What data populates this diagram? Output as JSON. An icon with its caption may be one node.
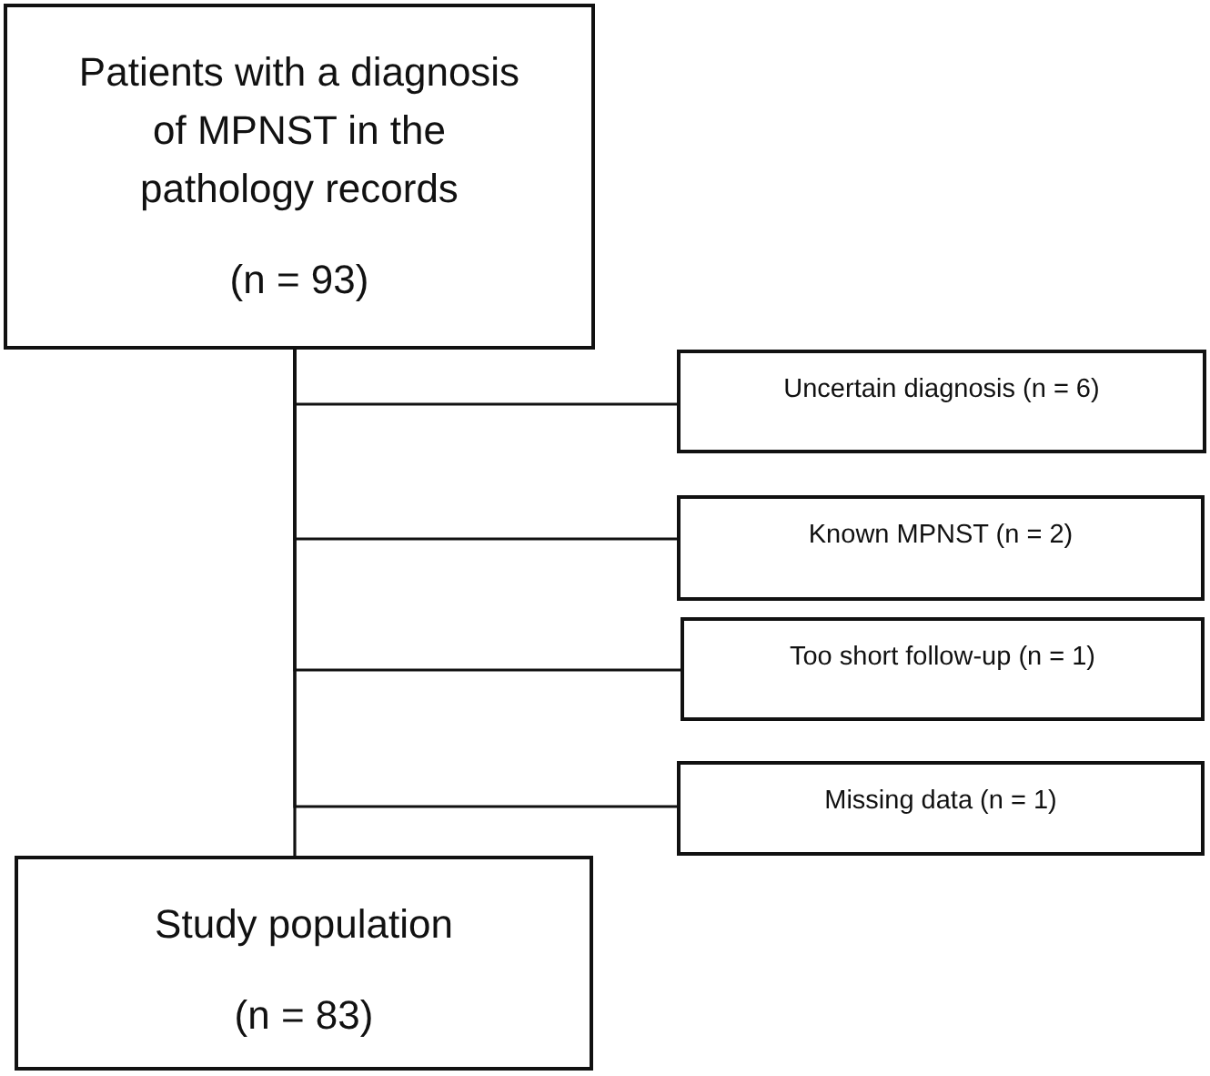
{
  "diagram": {
    "nodes": [
      {
        "text": [
          "Patients with a diagnosis of MPNST in the pathology records",
          "(n = 93)"
        ]
      },
      {
        "text": [
          "Uncertain diagnosis (n = 6)"
        ]
      },
      {
        "text": [
          "Known MPNST (n = 2)"
        ]
      },
      {
        "text": [
          "Too short follow-up (n = 1)"
        ]
      },
      {
        "text": [
          "Missing data (n = 1)"
        ]
      },
      {
        "text": [
          "Study population",
          "(n = 83)"
        ]
      }
    ],
    "edges": [
      {
        "from": 0,
        "to": 5,
        "arrow": "none"
      },
      {
        "from": 0,
        "to": 1,
        "arrow": "none"
      },
      {
        "from": 0,
        "to": 2,
        "arrow": "none"
      },
      {
        "from": 0,
        "to": 3,
        "arrow": "none"
      },
      {
        "from": 0,
        "to": 4,
        "arrow": "none"
      }
    ]
  }
}
